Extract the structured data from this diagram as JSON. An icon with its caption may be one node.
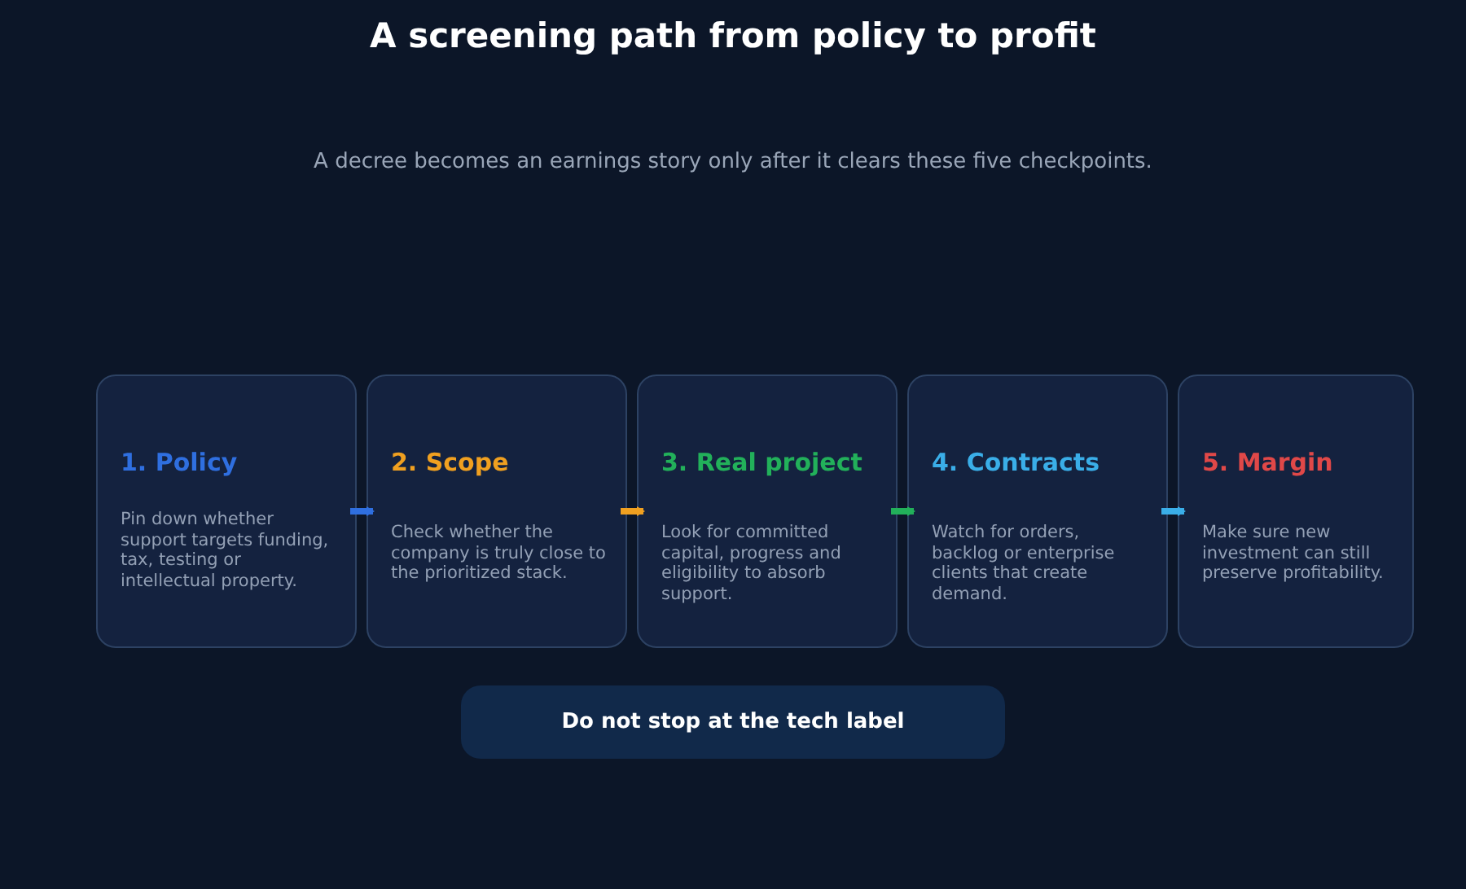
{
  "diagram": {
    "title": "A screening path from policy to profit",
    "caption": "A decree becomes an earnings story only after it clears these five checkpoints.",
    "nodes": [
      {
        "text": [
          "1. Policy",
          "Pin down whether support targets funding, tax, testing or intellectual property."
        ]
      },
      {
        "text": [
          "2. Scope",
          "Check whether the company is truly close to the prioritized stack."
        ]
      },
      {
        "text": [
          "3. Real project",
          "Look for committed capital, progress and eligibility to absorb support."
        ]
      },
      {
        "text": [
          "4. Contracts",
          "Watch for orders, backlog or enterprise clients that create demand."
        ]
      },
      {
        "text": [
          "5. Margin",
          "Make sure new investment can still preserve profitability."
        ]
      },
      {
        "text": [
          "Do not stop at the tech label"
        ]
      }
    ],
    "edges": [
      {
        "from": 0,
        "to": 1,
        "arrow": "to",
        "color": "#2f6fe0"
      },
      {
        "from": 1,
        "to": 2,
        "arrow": "to",
        "color": "#f0a020"
      },
      {
        "from": 2,
        "to": 3,
        "arrow": "to",
        "color": "#22b05a"
      },
      {
        "from": 3,
        "to": 4,
        "arrow": "to",
        "color": "#3aaee8"
      }
    ]
  }
}
